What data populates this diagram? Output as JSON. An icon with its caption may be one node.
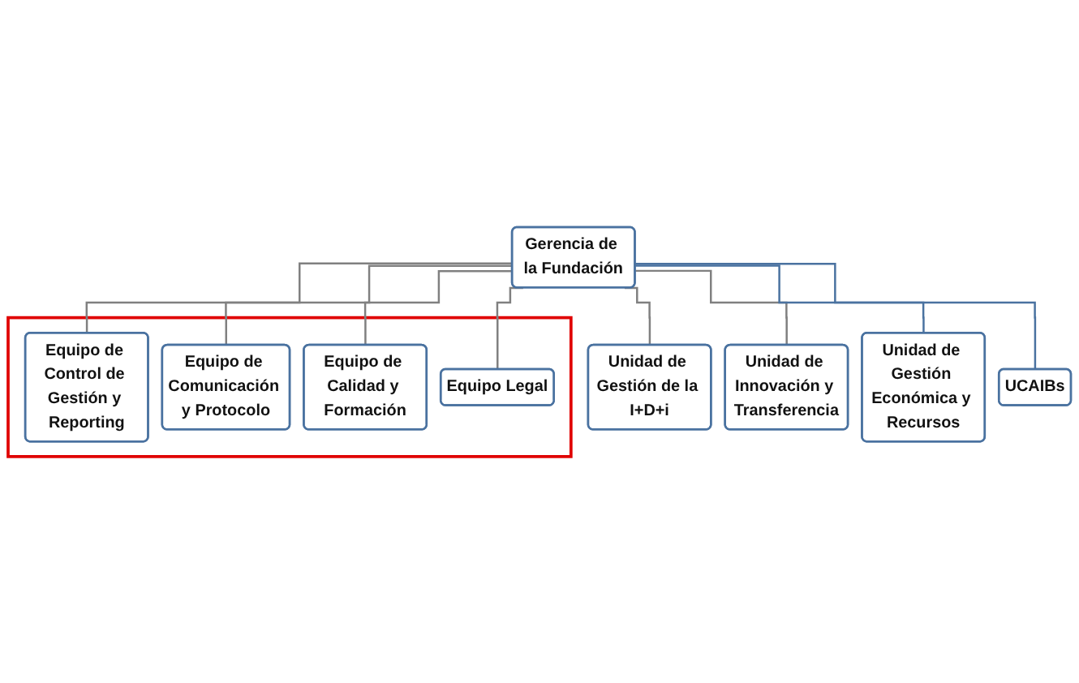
{
  "diagram": {
    "nodes": [
      {
        "text": [
          "Gerencia de la Fundación"
        ]
      },
      {
        "text": [],
        "shape": "box"
      },
      {
        "text": [
          "Equipo de Control de Gestión y Reporting"
        ],
        "in": 1
      },
      {
        "text": [
          "Equipo de Comunicación y Protocolo"
        ],
        "in": 1
      },
      {
        "text": [
          "Equipo de Calidad y Formación"
        ],
        "in": 1
      },
      {
        "text": [
          "Equipo Legal"
        ],
        "in": 1
      },
      {
        "text": [
          "Unidad de Gestión de la I+D+i"
        ]
      },
      {
        "text": [
          "Unidad de Innovación y Transferencia"
        ]
      },
      {
        "text": [
          "Unidad de Gestión Económica y Recursos"
        ]
      },
      {
        "text": [
          "UCAIBs"
        ]
      }
    ],
    "edges": [
      {
        "from": 0,
        "to": 2,
        "arrow": "none"
      },
      {
        "from": 0,
        "to": 3,
        "arrow": "none"
      },
      {
        "from": 0,
        "to": 4,
        "arrow": "none"
      },
      {
        "from": 0,
        "to": 5,
        "arrow": "none"
      },
      {
        "from": 0,
        "to": 6,
        "arrow": "none"
      },
      {
        "from": 0,
        "to": 7,
        "arrow": "none"
      },
      {
        "from": 0,
        "to": 8,
        "arrow": "none",
        "color": "#4a72a0"
      },
      {
        "from": 0,
        "to": 9,
        "arrow": "none",
        "color": "#4a72a0"
      }
    ]
  }
}
